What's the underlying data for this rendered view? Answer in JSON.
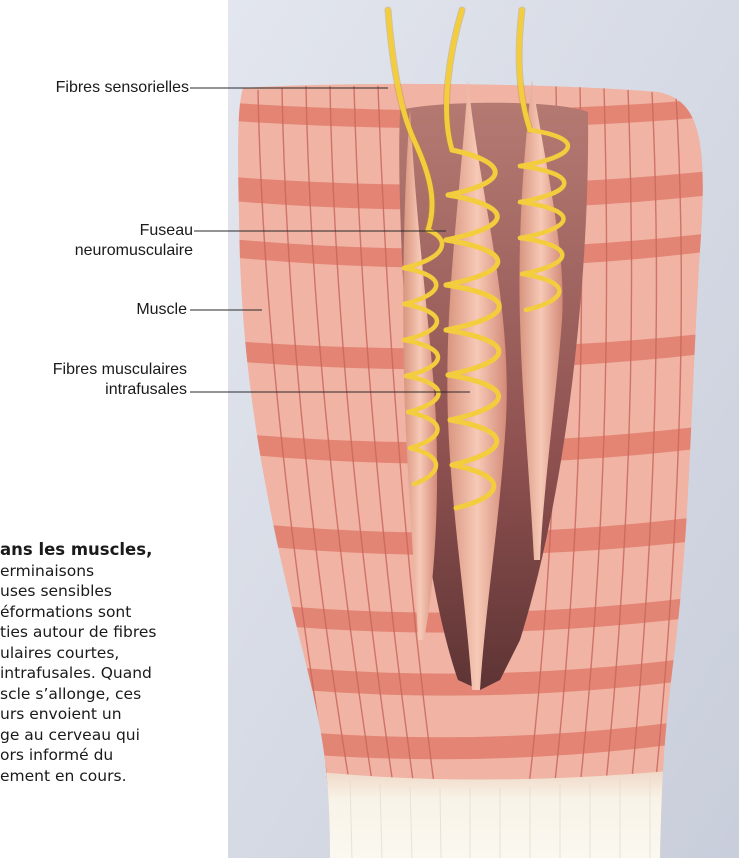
{
  "labels": {
    "fibres_sensorielles": "Fibres sensorielles",
    "fuseau_line1": "Fuseau",
    "fuseau_line2": "neuromusculaire",
    "muscle": "Muscle",
    "intrafusales_line1": "Fibres musculaires",
    "intrafusales_line2": "intrafusales"
  },
  "caption": {
    "lead": "ans les muscles,",
    "lines": [
      "erminaisons",
      "uses sensibles",
      "éformations sont",
      "ties autour de fibres",
      "ulaires courtes,",
      "intrafusales. Quand",
      "scle s’allonge, ces",
      "urs envoient un",
      "ge au cerveau qui",
      "ors informé du",
      "ement en cours."
    ]
  },
  "colors": {
    "panel_background": "#d8dde8",
    "muscle_flesh": "#f0b3a4",
    "muscle_band": "#e07a6c",
    "muscle_stripe": "#c9685c",
    "tendon": "#f7f1e4",
    "nerve_fibre": "#f3cd3e",
    "spindle": "#eeb6a2",
    "cavity": "#9b5c5a"
  }
}
